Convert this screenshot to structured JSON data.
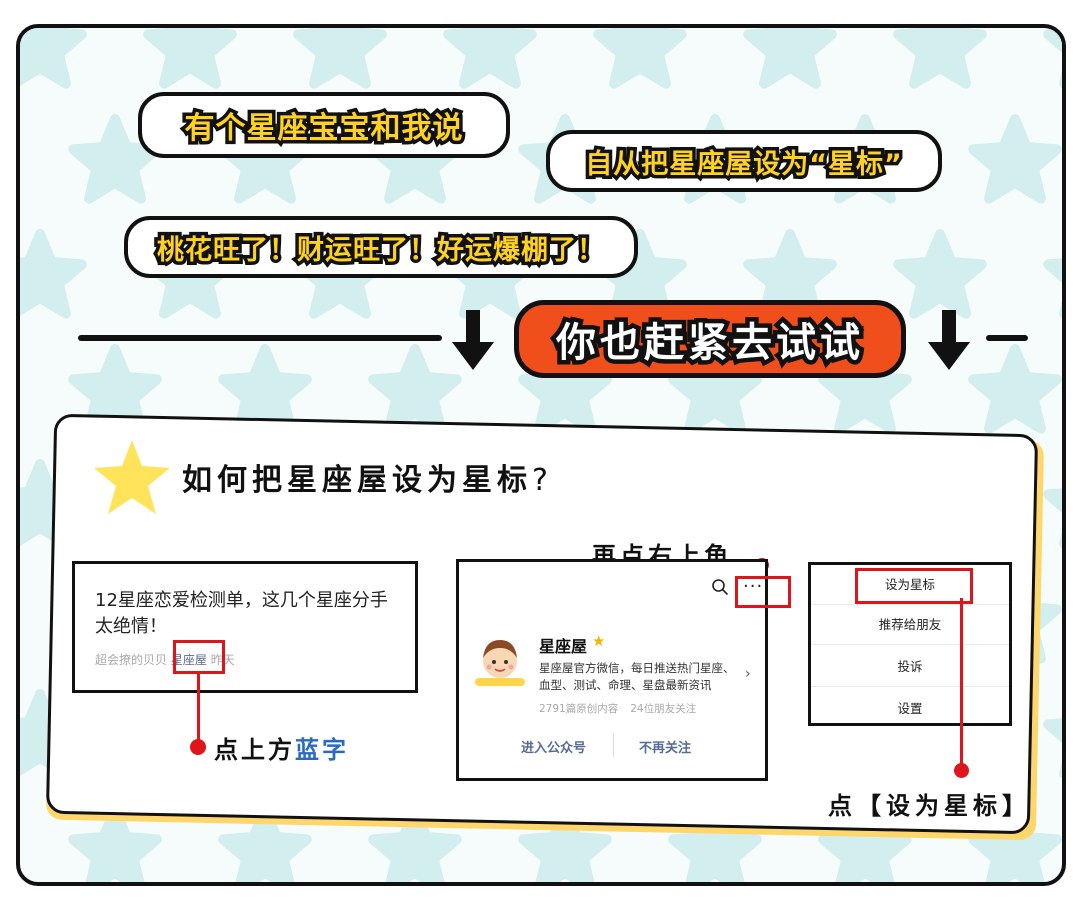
{
  "bubbles": {
    "line1": "有个星座宝宝和我说",
    "line2": "自从把星座屋设为“星标”",
    "line3": "桃花旺了！财运旺了！好运爆棚了！"
  },
  "cta": "你也赶紧去试试",
  "guide": {
    "title": "如何把星座屋设为星标",
    "title_suffix": "?",
    "article": {
      "title": "12星座恋爱检测单，这几个星座分手太绝情！",
      "author": "超会撩的贝贝",
      "account_link": "星座屋",
      "time": "昨天"
    },
    "step1": {
      "prefix": "点上方",
      "highlight": "蓝字"
    },
    "step2": "再点右上角",
    "profile": {
      "more_label": "···",
      "name": "星座屋",
      "verified_icon": "star-badge-icon",
      "description": "星座屋官方微信，每日推送热门星座、血型、测试、命理、星盘最新资讯",
      "stats": [
        "2791篇原创内容",
        "24位朋友关注"
      ],
      "enter_label": "进入公众号",
      "unfollow_label": "不再关注",
      "chevron": "›"
    },
    "menu": {
      "items": [
        "设为星标",
        "推荐给朋友",
        "投诉",
        "设置"
      ]
    },
    "step3": "点【设为星标】"
  },
  "colors": {
    "accent_red": "#e0151c",
    "cta_orange": "#f04e1b",
    "bubble_text_yellow": "#ffd21f",
    "link_blue": "#576b95",
    "card_shadow_yellow": "#ffd66b",
    "bg_star": "#d3eeee"
  }
}
